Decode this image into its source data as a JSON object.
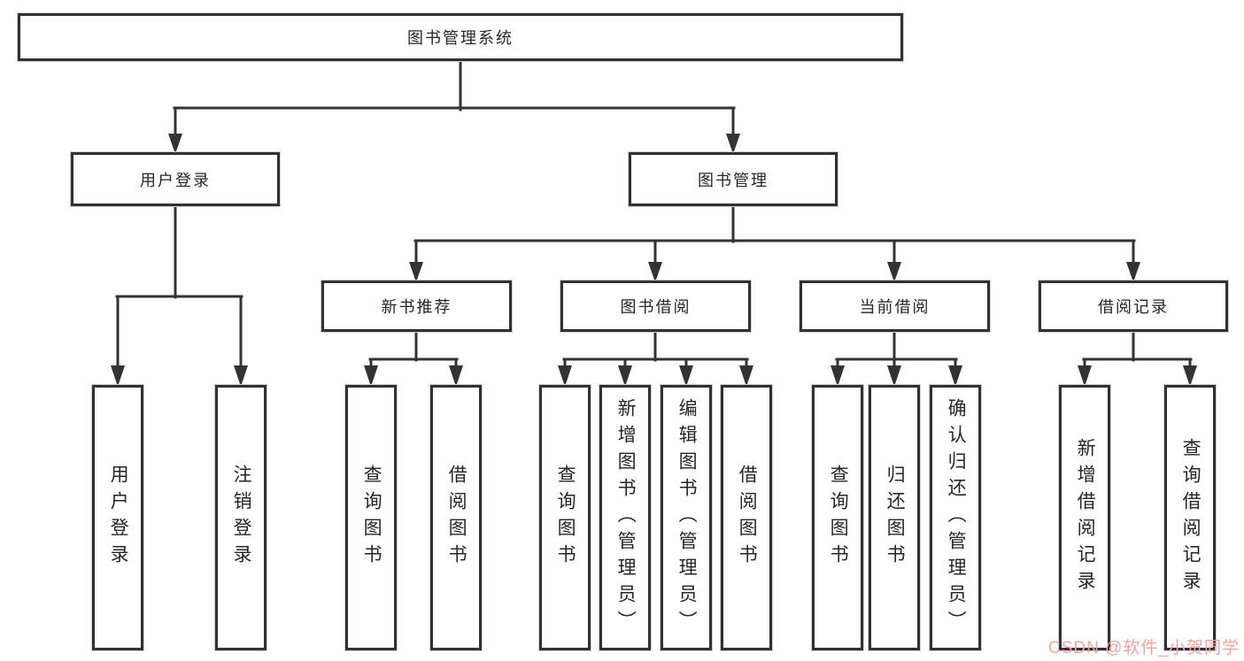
{
  "tree": {
    "root": {
      "label": "图书管理系统",
      "children": [
        {
          "label": "用户登录",
          "children": [
            {
              "label": "用户登录"
            },
            {
              "label": "注销登录"
            }
          ]
        },
        {
          "label": "图书管理",
          "children": [
            {
              "label": "新书推荐",
              "children": [
                {
                  "label": "查询图书"
                },
                {
                  "label": "借阅图书"
                }
              ]
            },
            {
              "label": "图书借阅",
              "children": [
                {
                  "label": "查询图书"
                },
                {
                  "label": "新增图书（管理员）"
                },
                {
                  "label": "编辑图书（管理员）"
                },
                {
                  "label": "借阅图书"
                }
              ]
            },
            {
              "label": "当前借阅",
              "children": [
                {
                  "label": "查询图书"
                },
                {
                  "label": "归还图书"
                },
                {
                  "label": "确认归还（管理员）"
                }
              ]
            },
            {
              "label": "借阅记录",
              "children": [
                {
                  "label": "新增借阅记录"
                },
                {
                  "label": "查询借阅记录"
                }
              ]
            }
          ]
        }
      ]
    }
  },
  "watermark": {
    "text": "CSDN @软件_小贺同学",
    "color": "#f2a49e"
  },
  "colors": {
    "line": "#333333",
    "box_border": "#313131",
    "box_background": "#ffffff",
    "text": "#262626"
  }
}
